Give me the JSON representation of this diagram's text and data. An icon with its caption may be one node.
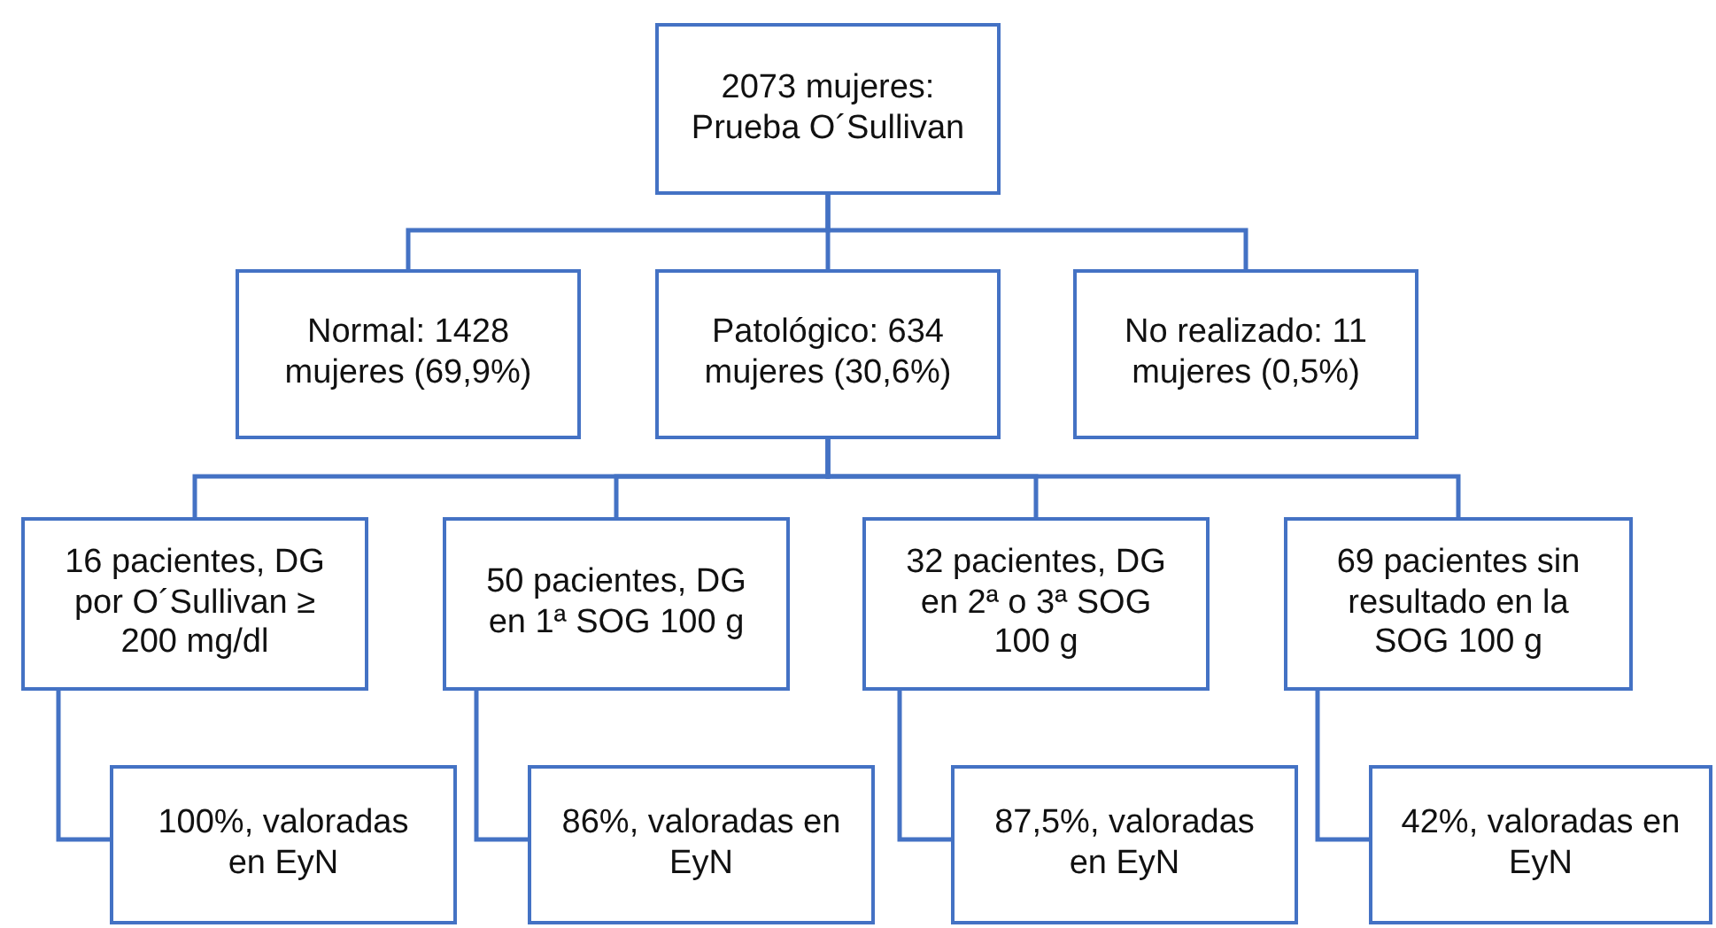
{
  "diagram": {
    "nodes": [
      {
        "text": [
          "2073 mujeres: Prueba O´Sullivan"
        ]
      },
      {
        "text": [
          "Normal: 1428 mujeres (69,9%)"
        ]
      },
      {
        "text": [
          "Patológico: 634 mujeres (30,6%)"
        ]
      },
      {
        "text": [
          "No realizado: 11 mujeres (0,5%)"
        ]
      },
      {
        "text": [
          "16 pacientes, DG por O´Sullivan ≥ 200 mg/dl"
        ]
      },
      {
        "text": [
          "50 pacientes, DG en 1ª SOG 100 g"
        ]
      },
      {
        "text": [
          "32 pacientes, DG en 2ª o 3ª SOG 100 g"
        ]
      },
      {
        "text": [
          "69 pacientes sin resultado en la SOG 100 g"
        ]
      },
      {
        "text": [
          "100%, valoradas en EyN"
        ]
      },
      {
        "text": [
          "86%, valoradas en EyN"
        ]
      },
      {
        "text": [
          "87,5%, valoradas en EyN"
        ]
      },
      {
        "text": [
          "42%, valoradas en EyN"
        ]
      }
    ],
    "edges": [
      {
        "from": 0,
        "to": 1,
        "arrow": "none"
      },
      {
        "from": 0,
        "to": 2,
        "arrow": "none"
      },
      {
        "from": 0,
        "to": 3,
        "arrow": "none"
      },
      {
        "from": 2,
        "to": 4,
        "arrow": "none"
      },
      {
        "from": 2,
        "to": 5,
        "arrow": "none"
      },
      {
        "from": 2,
        "to": 6,
        "arrow": "none"
      },
      {
        "from": 2,
        "to": 7,
        "arrow": "none"
      },
      {
        "from": 4,
        "to": 8,
        "arrow": "none"
      },
      {
        "from": 5,
        "to": 9,
        "arrow": "none"
      },
      {
        "from": 6,
        "to": 10,
        "arrow": "none"
      },
      {
        "from": 7,
        "to": 11,
        "arrow": "none"
      }
    ]
  }
}
